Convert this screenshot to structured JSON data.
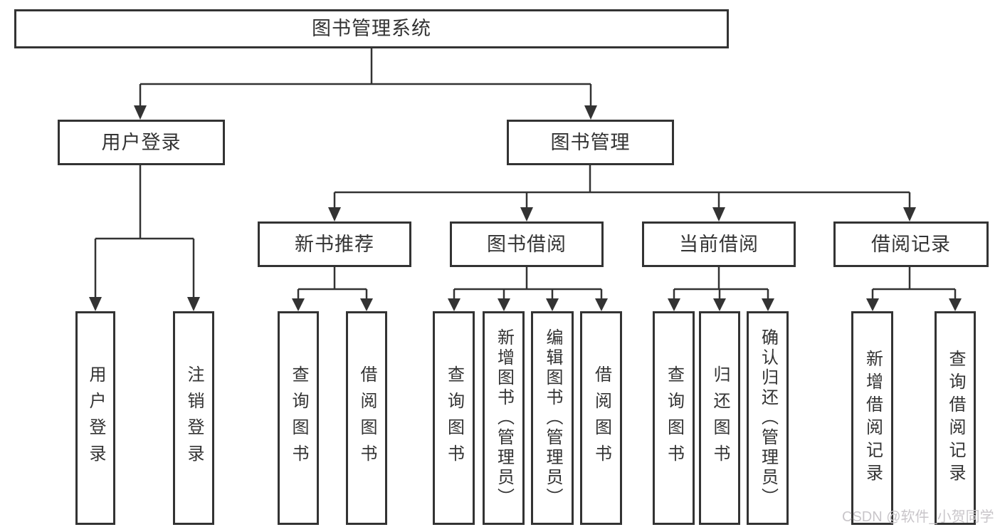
{
  "colors": {
    "ink": "#333333",
    "box_background": "#ffffff",
    "watermark_text": "#c9c6ca"
  },
  "watermark": {
    "text": "CSDN @软件_小贺同学"
  },
  "tree": {
    "root": {
      "label": "图书管理系统"
    },
    "branches": [
      {
        "label": "用户登录",
        "children": [
          {
            "label": "用户登录"
          },
          {
            "label": "注销登录"
          }
        ]
      },
      {
        "label": "图书管理",
        "children": [
          {
            "label": "新书推荐",
            "children": [
              {
                "label": "查询图书"
              },
              {
                "label": "借阅图书"
              }
            ]
          },
          {
            "label": "图书借阅",
            "children": [
              {
                "label": "查询图书"
              },
              {
                "label": "新增图书（管理员）"
              },
              {
                "label": "编辑图书（管理员）"
              },
              {
                "label": "借阅图书"
              }
            ]
          },
          {
            "label": "当前借阅",
            "children": [
              {
                "label": "查询图书"
              },
              {
                "label": "归还图书"
              },
              {
                "label": "确认归还（管理员）"
              }
            ]
          },
          {
            "label": "借阅记录",
            "children": [
              {
                "label": "新增借阅记录"
              },
              {
                "label": "查询借阅记录"
              }
            ]
          }
        ]
      }
    ]
  }
}
